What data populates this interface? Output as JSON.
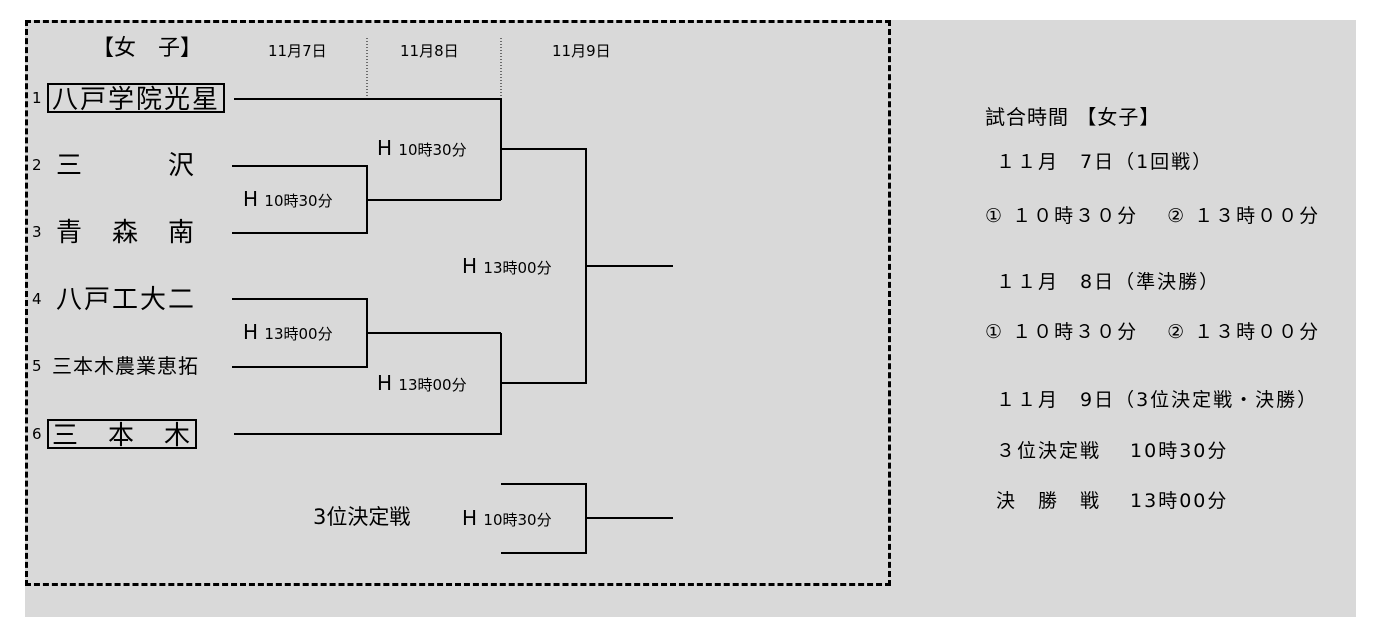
{
  "title": "【女　子】",
  "dates": [
    "11月7日",
    "11月8日",
    "11月9日"
  ],
  "teams": [
    {
      "seed": "1",
      "name": "八戸学院光星"
    },
    {
      "seed": "2",
      "name": "三　　　沢"
    },
    {
      "seed": "3",
      "name": "青　森　南"
    },
    {
      "seed": "4",
      "name": "八戸工大二"
    },
    {
      "seed": "5",
      "name": "三本木農業恵拓"
    },
    {
      "seed": "6",
      "name": "三　本　木"
    }
  ],
  "matches": {
    "r1a": {
      "venue": "H",
      "time": "10時30分"
    },
    "r1b": {
      "venue": "H",
      "time": "13時00分"
    },
    "sf1": {
      "venue": "H",
      "time": "10時30分"
    },
    "sf2": {
      "venue": "H",
      "time": "13時00分"
    },
    "final": {
      "venue": "H",
      "time": "13時00分"
    },
    "third": {
      "label": "3位決定戦",
      "venue": "H",
      "time": "10時30分"
    }
  },
  "schedule": {
    "heading": "試合時間 【女子】",
    "day1": "１１月　7日（1回戦）",
    "day1_times": "① １０時３０分　 ② １３時００分",
    "day2": "１１月　8日（準決勝）",
    "day2_times": "① １０時３０分　 ② １３時００分",
    "day3": "１１月　9日（3位決定戦・決勝）",
    "third_place": "３位決定戦　 10時30分",
    "final": "決　勝　戦　 13時00分"
  }
}
